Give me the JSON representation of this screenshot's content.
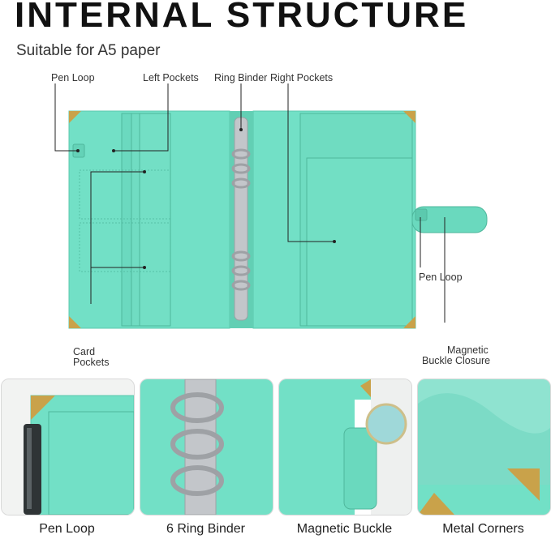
{
  "header": {
    "title": "INTERNAL STRUCTURE",
    "subtitle": "Suitable for A5 paper"
  },
  "callouts": {
    "pen_loop_left": "Pen Loop",
    "left_pockets": "Left Pockets",
    "ring_binder": "Ring Binder",
    "right_pockets": "Right Pockets",
    "pen_loop_right": "Pen Loop",
    "card_pockets_line1": "Card",
    "card_pockets_line2": "Pockets",
    "magnetic_line1": "Magnetic",
    "magnetic_line2": "Buckle Closure"
  },
  "features": [
    {
      "caption": "Pen Loop"
    },
    {
      "caption": "6 Ring Binder"
    },
    {
      "caption": "Magnetic Buckle"
    },
    {
      "caption": "Metal Corners"
    }
  ],
  "colors": {
    "leather": "#72e0c6",
    "leather_dark": "#5cc9ae",
    "stitch": "#4fb79c",
    "metal": "#c9a24a",
    "ring": "#b9bcc0"
  }
}
